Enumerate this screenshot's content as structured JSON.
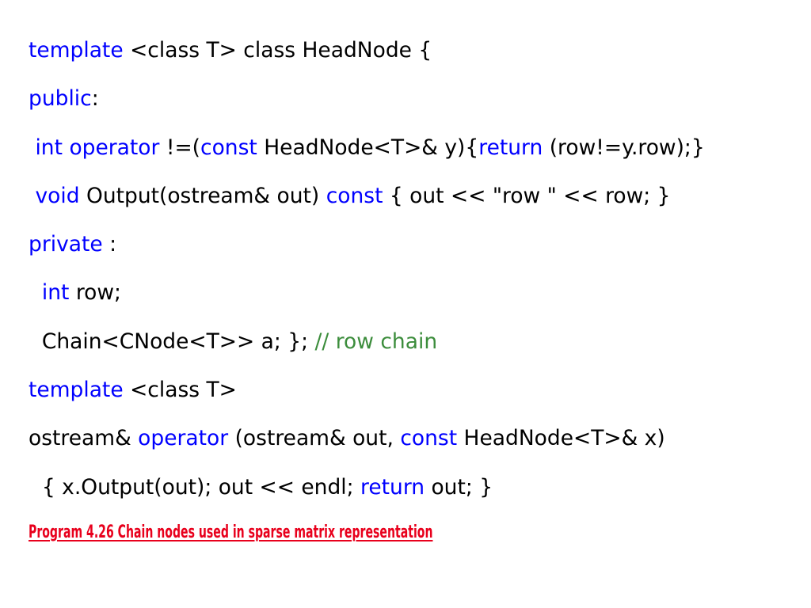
{
  "slide": {
    "colors": {
      "keyword": "#0000ff",
      "comment": "#3c8d3c",
      "text": "#000000",
      "caption": "#e8001c"
    },
    "code_lines": [
      [
        {
          "t": "template",
          "c": "kw"
        },
        {
          "t": " <class T> class HeadNode {",
          "c": "tx"
        }
      ],
      [
        {
          "t": "public",
          "c": "kw"
        },
        {
          "t": ":",
          "c": "tx"
        }
      ],
      [
        {
          "t": " ",
          "c": "tx"
        },
        {
          "t": "int",
          "c": "kw"
        },
        {
          "t": " ",
          "c": "tx"
        },
        {
          "t": "operator",
          "c": "kw"
        },
        {
          "t": " !=(",
          "c": "tx"
        },
        {
          "t": "const",
          "c": "kw"
        },
        {
          "t": " HeadNode<T>& y){",
          "c": "tx"
        },
        {
          "t": "return",
          "c": "kw"
        },
        {
          "t": " (row!=y.row);}",
          "c": "tx"
        }
      ],
      [
        {
          "t": " ",
          "c": "tx"
        },
        {
          "t": "void",
          "c": "kw"
        },
        {
          "t": " Output(ostream& out) ",
          "c": "tx"
        },
        {
          "t": "const",
          "c": "kw"
        },
        {
          "t": " { out << \"row \" << row; }",
          "c": "tx"
        }
      ],
      [
        {
          "t": "private",
          "c": "kw"
        },
        {
          "t": " :",
          "c": "tx"
        }
      ],
      [
        {
          "t": "  ",
          "c": "tx"
        },
        {
          "t": "int",
          "c": "kw"
        },
        {
          "t": " row;",
          "c": "tx"
        }
      ],
      [
        {
          "t": "  Chain<CNode<T>> a; }; ",
          "c": "tx"
        },
        {
          "t": "// row chain",
          "c": "cm"
        }
      ],
      [
        {
          "t": "template",
          "c": "kw"
        },
        {
          "t": " <class T>",
          "c": "tx"
        }
      ],
      [
        {
          "t": "ostream& ",
          "c": "tx"
        },
        {
          "t": "operator",
          "c": "kw"
        },
        {
          "t": " (ostream& out, ",
          "c": "tx"
        },
        {
          "t": "const",
          "c": "kw"
        },
        {
          "t": " HeadNode<T>& x)",
          "c": "tx"
        }
      ],
      [
        {
          "t": "  { x.Output(out); out << endl; ",
          "c": "tx"
        },
        {
          "t": "return",
          "c": "kw"
        },
        {
          "t": " out; }",
          "c": "tx"
        }
      ]
    ],
    "caption": "Program 4.26 Chain nodes used in sparse matrix representation"
  }
}
